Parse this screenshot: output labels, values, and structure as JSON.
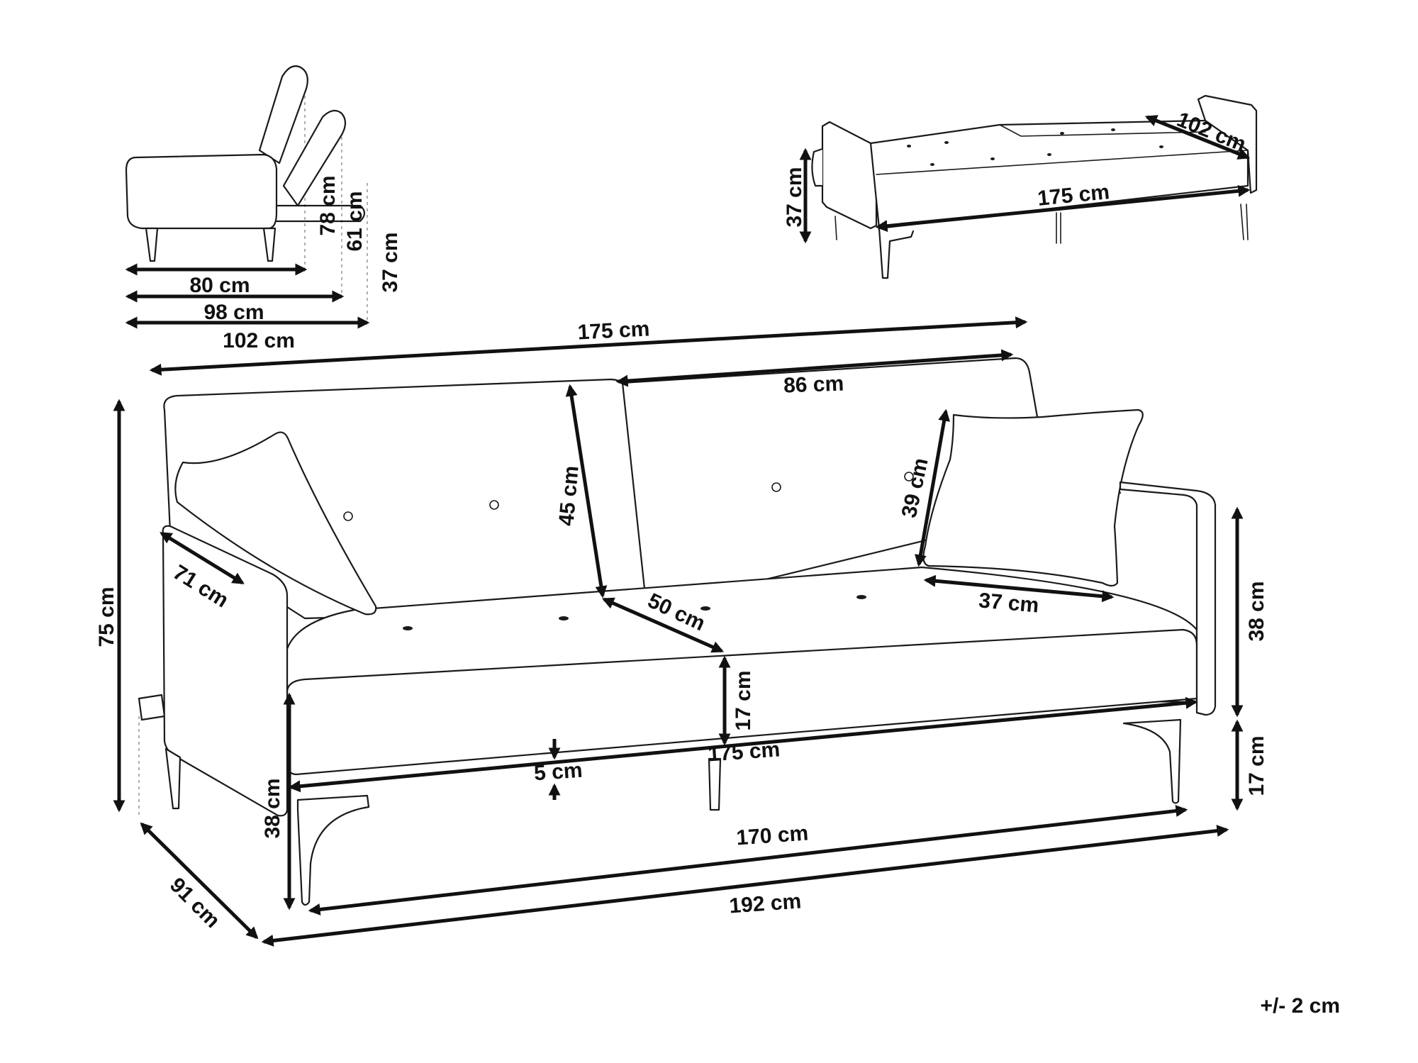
{
  "tolerance": "+/- 2 cm",
  "side_view": {
    "depth_seat": "80 cm",
    "depth_reclined": "98 cm",
    "depth_bed": "102 cm",
    "height_back": "78 cm",
    "height_mid": "61 cm",
    "height_bed": "37 cm"
  },
  "bed_view": {
    "width": "175 cm",
    "depth": "102 cm",
    "height": "37 cm"
  },
  "front_view": {
    "total_width": "175 cm",
    "back_cushion_width": "86 cm",
    "back_height": "45 cm",
    "pillow_height": "39 cm",
    "pillow_width": "37 cm",
    "armrest_depth": "71 cm",
    "seat_depth": "50 cm",
    "total_height": "75 cm",
    "armrest_height": "38 cm",
    "leg_height": "17 cm",
    "seat_thickness": "17 cm",
    "seat_width": "175 cm",
    "seat_height": "38 cm",
    "clearance": "5 cm",
    "legs_span": "170 cm",
    "total_length": "192 cm",
    "total_depth": "91 cm"
  }
}
